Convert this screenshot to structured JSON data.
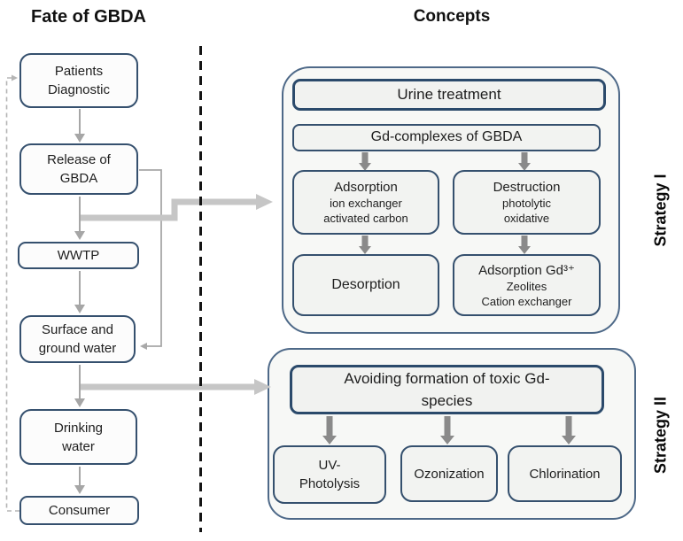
{
  "titles": {
    "fate": "Fate of GBDA",
    "concepts": "Concepts"
  },
  "fate_chain": [
    "Patients\nDiagnostic",
    "Release of\nGBDA",
    "WWTP",
    "Surface and\nground water",
    "Drinking\nwater",
    "Consumer"
  ],
  "strategy1": {
    "side_label": "Strategy I",
    "header": "Urine treatment",
    "source": "Gd-complexes of GBDA",
    "boxes": [
      {
        "title": "Adsorption",
        "sub": "ion exchanger\nactivated carbon"
      },
      {
        "title": "Destruction",
        "sub": "photolytic\noxidative"
      },
      {
        "title": "Desorption"
      },
      {
        "title": "Adsorption Gd³⁺",
        "sub": "Zeolites\nCation exchanger"
      }
    ]
  },
  "strategy2": {
    "side_label": "Strategy II",
    "header": "Avoiding formation of toxic Gd-\nspecies",
    "boxes": [
      {
        "title": "UV-\nPhotolysis"
      },
      {
        "title": "Ozonization"
      },
      {
        "title": "Chlorination"
      }
    ]
  },
  "colors": {
    "box_border": "#35506e",
    "header_border": "#2b4a6b",
    "panel_border": "#4e6988",
    "thin_arrow": "#a6a6a6",
    "thick_arrow": "#c6c6c6",
    "panel_arrow": "#8a8a8a",
    "feedback_dash": "#b5b5b5",
    "divider": "#141414"
  }
}
